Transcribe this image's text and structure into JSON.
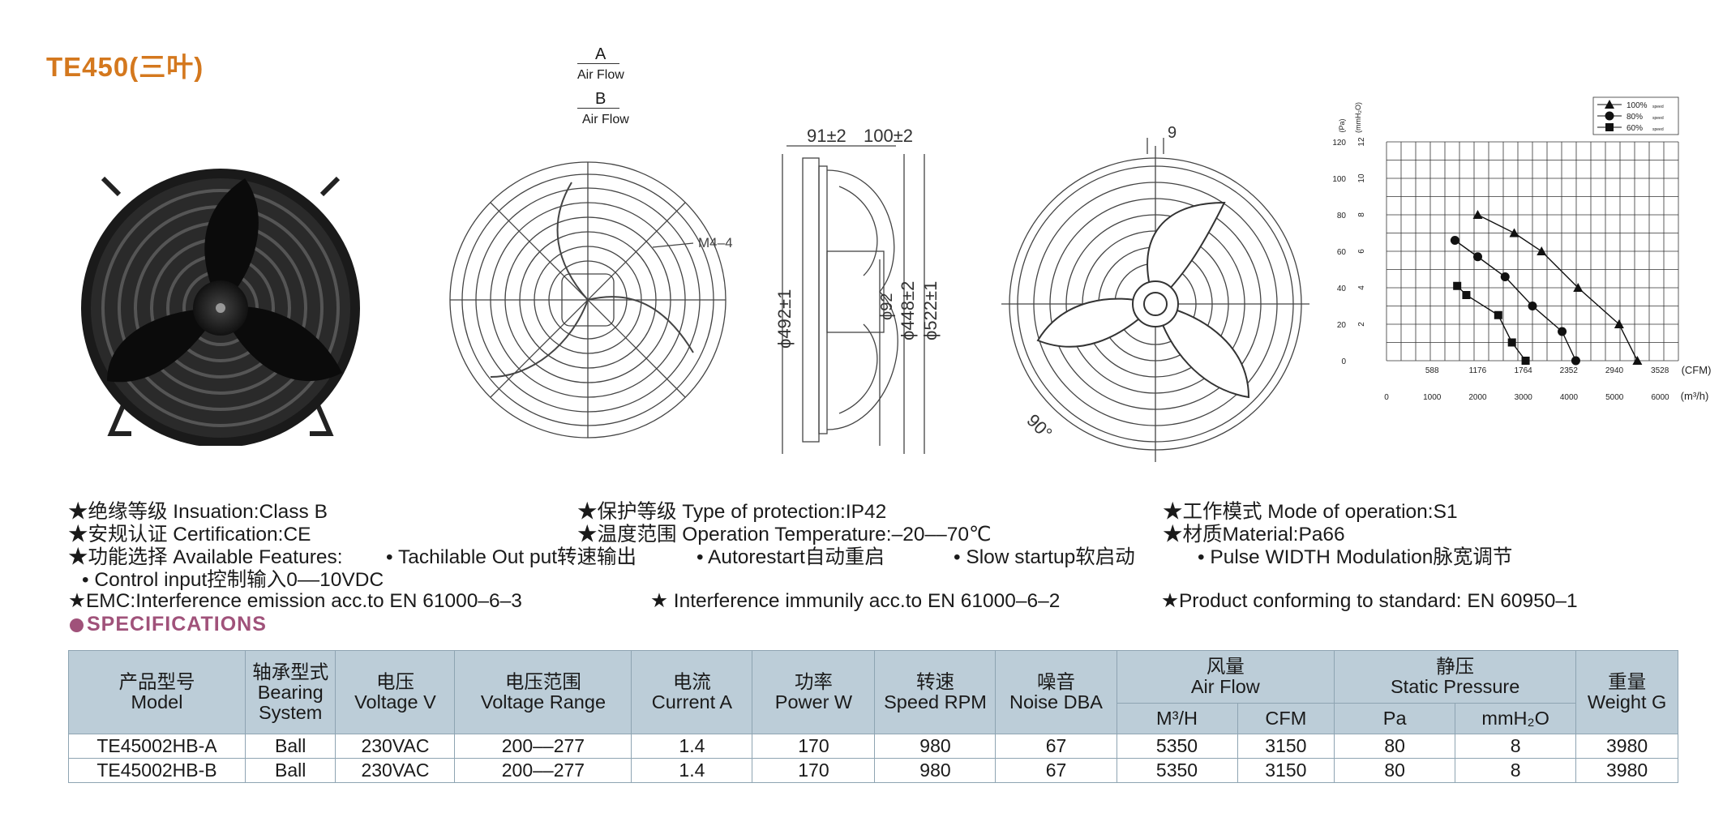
{
  "title": "TE450(三叶)",
  "drawings": {
    "airflow_a": "A",
    "airflow_b": "B",
    "airflow_label": "Air Flow",
    "dim_91": "91±2",
    "dim_100": "100±2",
    "dim_492": "ϕ492±1",
    "dim_92": "ϕ92",
    "dim_448": "ϕ448±2",
    "dim_522": "ϕ522±1",
    "m4": "M4–4",
    "dim_9": "9",
    "angle_90": "90°"
  },
  "chart_data": {
    "type": "line",
    "ylabel_pa": "(Pa)",
    "ylabel_mmh2o": "(mmH₂O)",
    "y_ticks_pa": [
      "120",
      "100",
      "80",
      "60",
      "40",
      "20",
      "0"
    ],
    "y_ticks_mmh2o": [
      "12",
      "10",
      "8",
      "6",
      "4",
      "2"
    ],
    "x_ticks_cfm": [
      "588",
      "1176",
      "1764",
      "2352",
      "2940",
      "3528"
    ],
    "x_unit_cfm": "(CFM)",
    "x_ticks_m3h": [
      "0",
      "1000",
      "2000",
      "3000",
      "4000",
      "5000",
      "6000"
    ],
    "x_unit_m3h": "(m³/h)",
    "xlim_m3h": [
      0,
      6400
    ],
    "ylim_pa": [
      0,
      120
    ],
    "grid": true,
    "legend_position": "top-right",
    "series": [
      {
        "name": "100%",
        "marker": "triangle",
        "x": [
          2000,
          2800,
          3400,
          4200,
          5100,
          5500
        ],
        "y": [
          80,
          70,
          60,
          40,
          20,
          0
        ]
      },
      {
        "name": "80%",
        "marker": "circle",
        "x": [
          1500,
          2000,
          2600,
          3200,
          3850,
          4150
        ],
        "y": [
          66,
          57,
          46,
          30,
          16,
          0
        ]
      },
      {
        "name": "60%",
        "marker": "square",
        "x": [
          1550,
          1750,
          2450,
          2750,
          3050
        ],
        "y": [
          41,
          36,
          25,
          10,
          0
        ]
      }
    ],
    "legend_sub": "speed"
  },
  "features": {
    "insulation": "★绝缘等级 Insuation:Class B",
    "protection": "★保护等级 Type of protection:IP42",
    "mode": "★工作模式 Mode of operation:S1",
    "certification": "★安规认证 Certification:CE",
    "temperature": "★温度范围 Operation Temperature:–20––70℃",
    "material": "★材质Material:Pa66",
    "features_label": "★功能选择 Available Features:",
    "f1": "• Tachilable Out put转速输出",
    "f2": "• Autorestart自动重启",
    "f3": "• Slow startup软启动",
    "f4": "• Pulse WIDTH Modulation脉宽调节",
    "f5": "• Control input控制输入0––10VDC",
    "emc": "★EMC:Interference emission acc.to EN 61000–6–3",
    "immunity": "★ Interference immunily acc.to EN 61000–6–2",
    "standard": "★Product conforming to standard: EN 60950–1"
  },
  "spec_heading": "SPECIFICATIONS",
  "table": {
    "headers": {
      "model_cn": "产品型号",
      "model_en": "Model",
      "bearing_cn": "轴承型式",
      "bearing_en1": "Bearing",
      "bearing_en2": "System",
      "voltage_cn": "电压",
      "voltage_en": "Voltage V",
      "range_cn": "电压范围",
      "range_en": "Voltage Range",
      "current_cn": "电流",
      "current_en": "Current A",
      "power_cn": "功率",
      "power_en": "Power W",
      "speed_cn": "转速",
      "speed_en": "Speed RPM",
      "noise_cn": "噪音",
      "noise_en": "Noise DBA",
      "airflow_cn": "风量",
      "airflow_en": "Air Flow",
      "pressure_cn": "静压",
      "pressure_en": "Static Pressure",
      "weight_cn": "重量",
      "weight_en": "Weight G",
      "m3h": "M³/H",
      "cfm": "CFM",
      "pa": "Pa",
      "mmh2o": "mmH₂O"
    },
    "rows": [
      [
        "TE45002HB-A",
        "Ball",
        "230VAC",
        "200––277",
        "1.4",
        "170",
        "980",
        "67",
        "5350",
        "3150",
        "80",
        "8",
        "3980"
      ],
      [
        "TE45002HB-B",
        "Ball",
        "230VAC",
        "200––277",
        "1.4",
        "170",
        "980",
        "67",
        "5350",
        "3150",
        "80",
        "8",
        "3980"
      ]
    ]
  }
}
